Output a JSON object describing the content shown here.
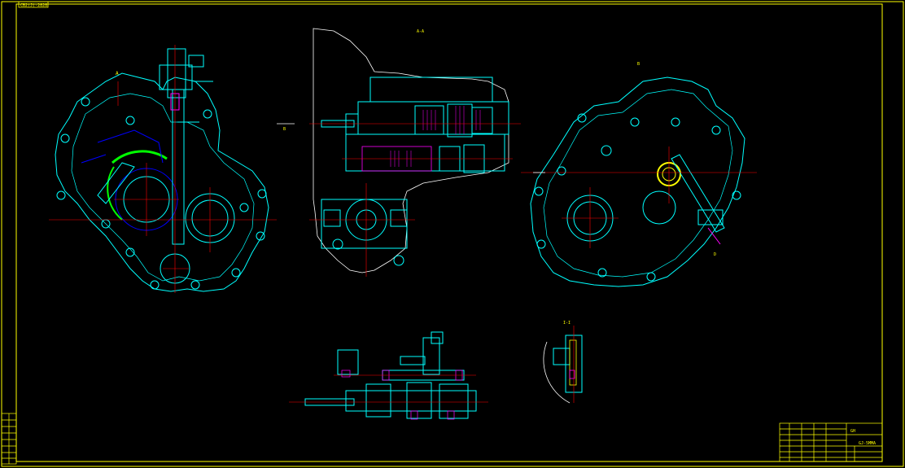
{
  "drawing": {
    "top_left_tag": "CB2(J)-2828",
    "view_labels": {
      "left": "A",
      "center_top": "A-A",
      "right": "B",
      "section_arrow_left": "B",
      "detail": "I-I",
      "right_callout": "D"
    },
    "title_block": {
      "drawing_no": "GH",
      "name": "GJ-5MMA"
    }
  },
  "colors": {
    "background": "#000000",
    "frame": "#ffff00",
    "outline": "#00ffff",
    "hidden": "#0000ff",
    "centerline": "#ff0000",
    "highlight": "#ff00ff",
    "gear": "#00ff00",
    "text": "#ffff00",
    "white": "#ffffff"
  }
}
